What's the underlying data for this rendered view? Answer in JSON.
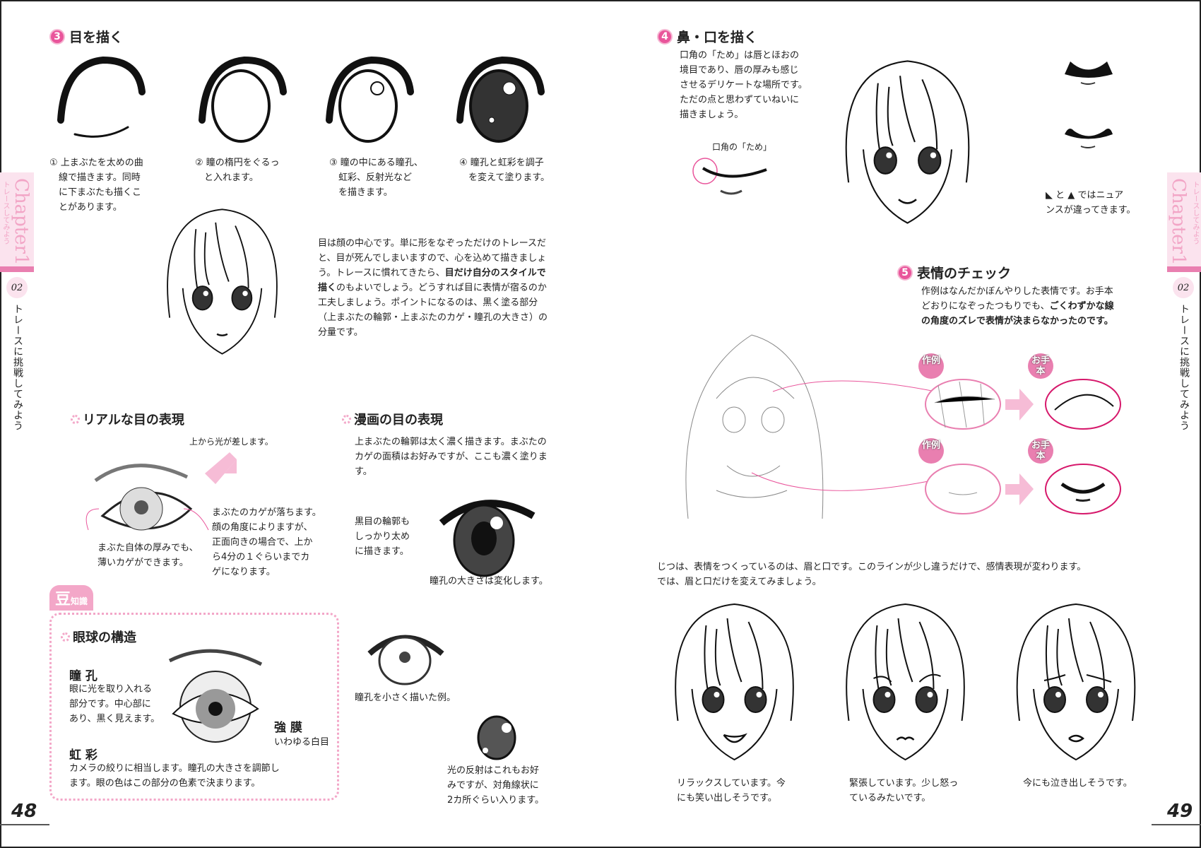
{
  "left_page": {
    "page_number": "48",
    "side_tab": {
      "chapter": "Chapter1",
      "chapter_sub": "トレースしてみよう",
      "section_no": "02",
      "section_title": "トレースに挑戦してみよう"
    },
    "section3": {
      "number": "3",
      "title": "目を描く",
      "steps": [
        {
          "text": "① 上まぶたを太めの曲\n　線で描きます。同時\n　に下まぶたも描くこ\n　とがあります。"
        },
        {
          "text": "② 瞳の楕円をぐるっ\n　と入れます。"
        },
        {
          "text": "③ 瞳の中にある瞳孔、\n　虹彩、反射光など\n　を描きます。"
        },
        {
          "text": "④ 瞳孔と虹彩を調子\n　を変えて塗ります。"
        }
      ],
      "paragraph_1": "目は顔の中心です。単に形をなぞっただけのトレースだと、目が死んでしまいますので、心を込めて描きましょう。トレースに慣れてきたら、",
      "paragraph_bold": "目だけ自分のスタイルで描く",
      "paragraph_2": "のもよいでしょう。どうすれば目に表情が宿るのか工夫しましょう。ポイントになるのは、黒く塗る部分（上まぶたの輪郭・上まぶたのカゲ・瞳孔の大きさ）の分量です。"
    },
    "real_eye": {
      "title": "リアルな目の表現",
      "light": "上から光が差します。",
      "shadow_note": "まぶたのカゲが落ちます。\n顔の角度によりますが、\n正面向きの場合で、上か\nら4分の１ぐらいまでカ\nゲになります。",
      "thickness_note": "まぶた自体の厚みでも、\n薄いカゲができます。"
    },
    "manga_eye": {
      "title": "漫画の目の表現",
      "upper_note": "上まぶたの輪郭は太く濃く描きます。まぶたの\nカゲの面積はお好みですが、ここも濃く塗りま\nす。",
      "iris_note": "黒目の輪郭も\nしっかり太め\nに描きます。",
      "pupil_note": "瞳孔の大きさは変化します。",
      "small_pupil": "瞳孔を小さく描いた例。",
      "reflection": "光の反射はこれもお好\nみですが、対角線状に\n2カ所ぐらい入ります。"
    },
    "trivia": {
      "tag_big": "豆",
      "tag_small": "知識",
      "title": "眼球の構造",
      "pupil_label": "瞳 孔",
      "pupil_text": "眼に光を取り入れる\n部分です。中心部に\nあり、黒く見えます。",
      "sclera_label": "強 膜",
      "sclera_text": "いわゆる白目",
      "iris_label": "虹 彩",
      "iris_text": "カメラの絞りに相当します。瞳孔の大きさを調節し\nます。眼の色はこの部分の色素で決まります。"
    }
  },
  "right_page": {
    "page_number": "49",
    "side_tab": {
      "chapter": "Chapter1",
      "chapter_sub": "トレースしてみよう",
      "section_no": "02",
      "section_title": "トレースに挑戦してみよう"
    },
    "section4": {
      "number": "4",
      "title": "鼻・口を描く",
      "text": "口角の「ため」は唇とほおの\n境目であり、唇の厚みも感じ\nさせるデリケートな場所です。\nただの点と思わずていねいに\n描きましょう。",
      "mouth_label": "口角の「ため」",
      "nuance_a": "と",
      "nuance_b": "ではニュア\nンスが違ってきます。"
    },
    "section5": {
      "number": "5",
      "title": "表情のチェック",
      "text_1": "作例はなんだかぼんやりした表情です。お手本\nどおりになぞったつもりでも、",
      "text_bold": "ごくわずかな線\nの角度のズレで表情が決まらなかったのです。",
      "badge_example": "作例",
      "badge_model": "お手本"
    },
    "expression_intro": "じつは、表情をつくっているのは、眉と口です。このラインが少し違うだけで、感情表現が変わります。\nでは、眉と口だけを変えてみましょう。",
    "expressions": [
      {
        "mood": "relaxed",
        "caption": "リラックスしています。今\nにも笑い出しそうです。"
      },
      {
        "mood": "tense",
        "caption": "緊張しています。少し怒っ\nているみたいです。"
      },
      {
        "mood": "crying",
        "caption": "今にも泣き出しそうです。"
      }
    ]
  },
  "colors": {
    "accent": "#e9559b",
    "pink_light": "#fbe3ee",
    "pink_mid": "#f3a7c8",
    "circle": "#d6186b"
  }
}
